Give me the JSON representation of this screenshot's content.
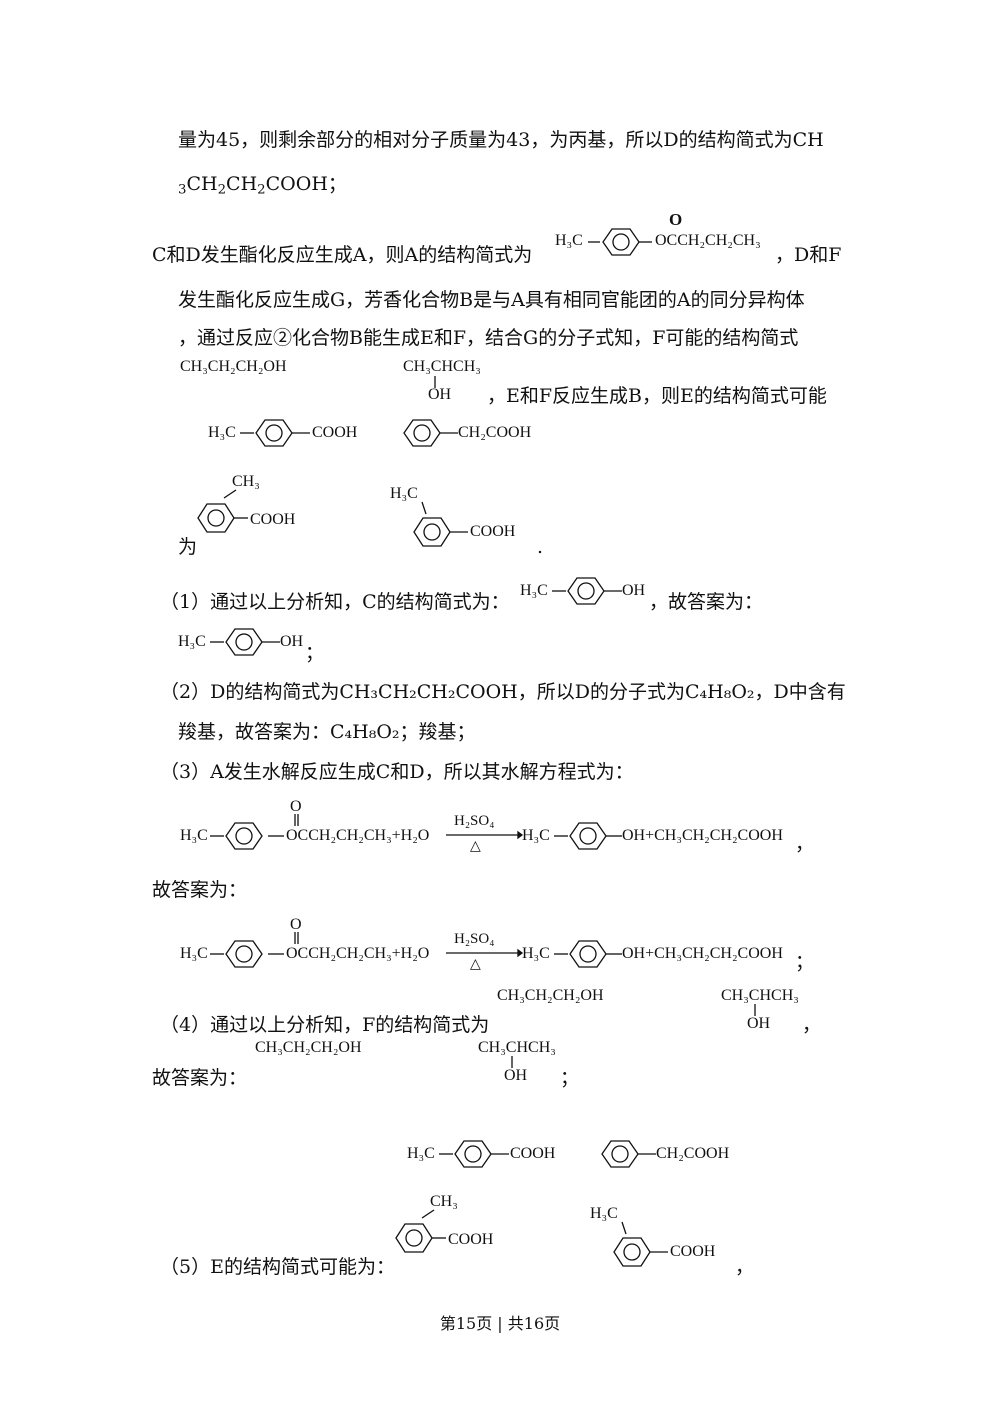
{
  "lines": {
    "l1": "量为45，则剩余部分的相对分子质量为43，为丙基，所以D的结构简式为CH",
    "l2_sub": "3",
    "l2": "CH",
    "l2_sub2": "2",
    "l2b": "CH",
    "l2_sub3": "2",
    "l2c": "COOH；",
    "l3a": "C和D发生酯化反应生成A，则A的结构简式为",
    "l3b": "，D和F",
    "l4": "发生酯化反应生成G，芳香化合物B是与A具有相同官能团的A的同分异构体",
    "l5": "，通过反应②化合物B能生成E和F，结合G的分子式知，F可能的结构简式",
    "l6": "，E和F反应生成B，则E的结构简式可能",
    "l7": "为",
    "l7_end": ".",
    "q1a": "（1）通过以上分析知，C的结构简式为：",
    "q1b": "，故答案为：",
    "q1_end": "；",
    "q2a": "（2）D的结构简式为CH₃CH₂CH₂COOH，所以D的分子式为C₄H₈O₂，D中含有",
    "q2b": "羧基，故答案为：C₄H₈O₂；羧基；",
    "q3": "（3）A发生水解反应生成C和D，所以其水解方程式为：",
    "q3_end": "，",
    "q3_ans": "故答案为：",
    "q3_end2": "；",
    "q4a": "（4）通过以上分析知，F的结构简式为",
    "q4_end": "，",
    "q4_ans": "故答案为：",
    "q4_end2": "；",
    "q5": "（5）E的结构简式可能为：",
    "q5_end": "，"
  },
  "chem": {
    "h3c": "H₃C",
    "oh": "OH",
    "cooh": "COOH",
    "ch2cooh": "CH₂COOH",
    "ch3": "CH₃",
    "ester_tail": "OCCH₂CH₂CH₃",
    "o_top": "O",
    "propanol": "CH₃CH₂CH₂OH",
    "isopropanol": "CH₃CHCH₃",
    "lhs_tail": "OCCH₂CH₂CH₃+H₂O",
    "catalyst": "H₂SO₄",
    "delta": "△",
    "rhs_h3c": "H₃C",
    "rhs_tail": "OH+CH₃CH₂CH₂COOH"
  },
  "footer": "第15页 | 共16页"
}
